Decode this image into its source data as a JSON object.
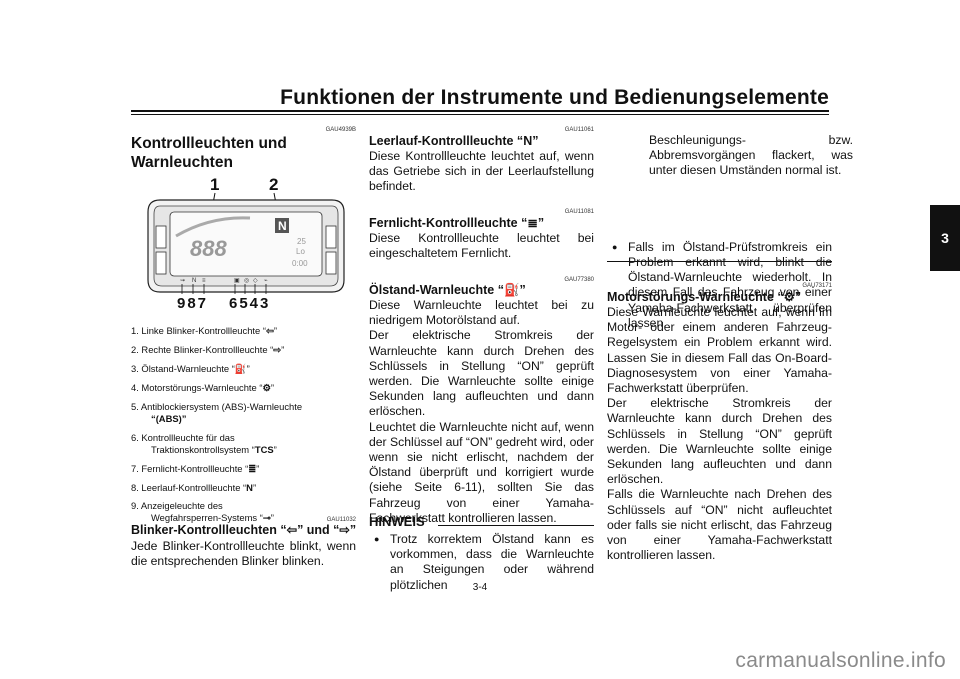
{
  "header": {
    "title": "Funktionen der Instrumente und Bedienungselemente"
  },
  "chapter_tab": "3",
  "page_number": "3-4",
  "footer": "carmanualsonline.info",
  "col1": {
    "code1": "GAU4939B",
    "title_line1": "Kontrollleuchten und",
    "title_line2": "Warnleuchten",
    "callouts_top": [
      "1",
      "2"
    ],
    "callouts_bottom_left": "987",
    "callouts_bottom_right": "6543",
    "dash": {
      "gear": "N",
      "temp": "25",
      "mode": "Lo",
      "clock": "0:00",
      "digits": "888"
    },
    "legend": [
      "1. Linke Blinker-Kontrollleuchte “",
      "2. Rechte Blinker-Kontrollleuchte “",
      "3. Ölstand-Warnleuchte “",
      "4. Motorstörungs-Warnleuchte “",
      "5. Antiblockiersystem (ABS)-Warnleuchte",
      "6. Kontrollleuchte für das",
      "Traktionskontrollsystem “",
      "7. Fernlicht-Kontrollleuchte “",
      "8. Leerlauf-Kontrollleuchte “",
      "9. Anzeigeleuchte des",
      "Wegfahrsperren-Systems “"
    ],
    "legend_close": "”",
    "legend_abs_icon": "“(ABS)”",
    "legend_tcs_icon": "TCS",
    "code2": "GAU11032",
    "blinker_title_a": "Blinker-Kontrollleuchten “",
    "blinker_title_b": "” und “",
    "blinker_title_c": "”",
    "blinker_text": "Jede Blinker-Kontrollleuchte blinkt, wenn die entsprechenden Blinker blinken."
  },
  "col2": {
    "code1": "GAU11061",
    "leer_title_a": "Leerlauf-Kontrollleuchte “",
    "leer_icon": "N",
    "leer_title_b": "”",
    "leer_text": "Diese Kontrollleuchte leuchtet auf, wenn das Getriebe sich in der Leerlaufstellung befindet.",
    "code2": "GAU11081",
    "fern_title_a": "Fernlicht-Kontrollleuchte “",
    "fern_title_b": "”",
    "fern_text": "Diese Kontrollleuchte leuchtet bei eingeschaltetem Fernlicht.",
    "code3": "GAU77380",
    "oel_title_a": "Ölstand-Warnleuchte “",
    "oel_title_b": "”",
    "oel_text1": "Diese Warnleuchte leuchtet bei zu niedrigem Motorölstand auf.",
    "oel_text2": "Der elektrische Stromkreis der Warnleuchte kann durch Drehen des Schlüssels in Stellung “ON” geprüft werden. Die Warnleuchte sollte einige Sekunden lang aufleuchten und dann erlöschen.",
    "oel_text3": "Leuchtet die Warnleuchte nicht auf, wenn der Schlüssel auf “ON” gedreht wird, oder wenn sie nicht erlischt, nachdem der Ölstand überprüft und korrigiert wurde (siehe Seite 6-11), sollten Sie das Fahrzeug von einer Yamaha-Fachwerkstatt kontrollieren lassen.",
    "hinweis": "HINWEIS",
    "bullet1": "Trotz korrektem Ölstand kann es vorkommen, dass die Warnleuchte an Steigungen oder während plötzlichen"
  },
  "col3": {
    "bullet1_cont": "Beschleunigungs- bzw. Abbremsvorgängen flackert, was unter diesen Umständen normal ist.",
    "bullet2": "Falls im Ölstand-Prüfstromkreis ein Problem erkannt wird, blinkt die Ölstand-Warnleuchte wiederholt. In diesem Fall das Fahrzeug von einer Yamaha-Fachwerkstatt überprüfen lassen.",
    "code1": "GAU73171",
    "motor_title_a": "Motorstörungs-Warnleuchte “",
    "motor_title_b": "”",
    "motor_text1": "Diese Warnleuchte leuchtet auf, wenn im Motor- oder einem anderen Fahrzeug-Regelsystem ein Problem erkannt wird. Lassen Sie in diesem Fall das On-Board-Diagnosesystem von einer Yamaha-Fachwerkstatt überprüfen.",
    "motor_text2": "Der elektrische Stromkreis der Warnleuchte kann durch Drehen des Schlüssels in Stellung “ON” geprüft werden. Die Warnleuchte sollte einige Sekunden lang aufleuchten und dann erlöschen.",
    "motor_text3": "Falls die Warnleuchte nach Drehen des Schlüssels auf “ON” nicht aufleuchtet oder falls sie nicht erlischt, das Fahrzeug von einer Yamaha-Fachwerkstatt kontrollieren lassen."
  }
}
